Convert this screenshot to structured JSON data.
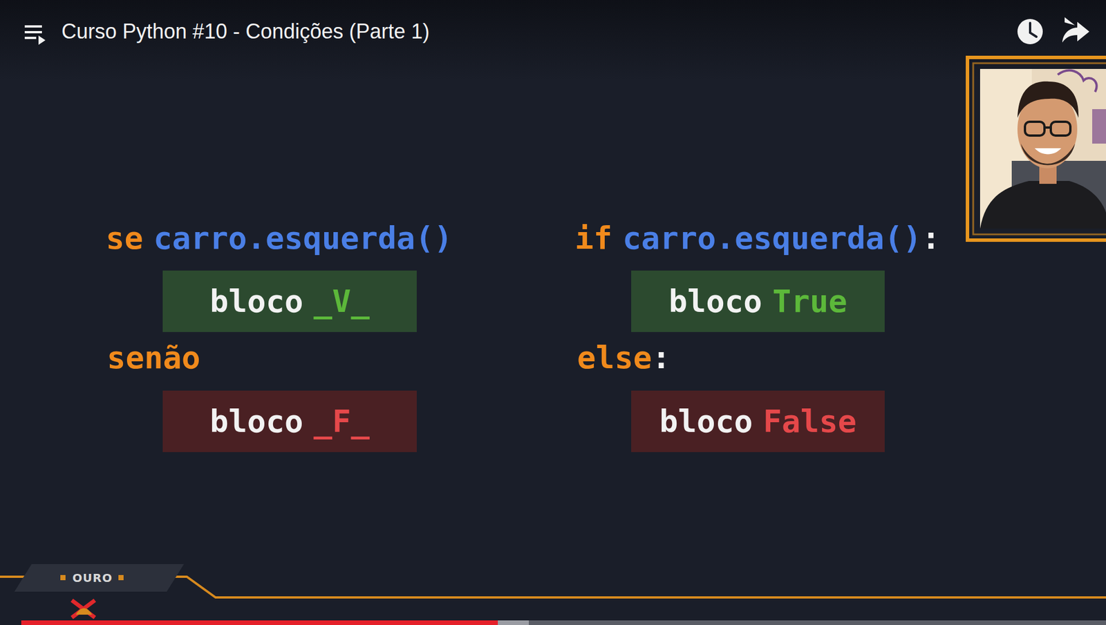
{
  "diagram": {
    "title": "Curso Python #10 - Condições (Parte 1)",
    "nodes": [
      {
        "text": [
          "bloco",
          "_V_"
        ]
      },
      {
        "text": [
          "bloco",
          "_F_"
        ]
      },
      {
        "text": [
          "bloco",
          "True"
        ]
      },
      {
        "text": [
          "bloco",
          "False"
        ]
      }
    ],
    "labels": [
      "se",
      "carro.esquerda()",
      "senão",
      "if",
      "carro.esquerda()",
      ":",
      "else",
      ":",
      "OURO"
    ]
  }
}
